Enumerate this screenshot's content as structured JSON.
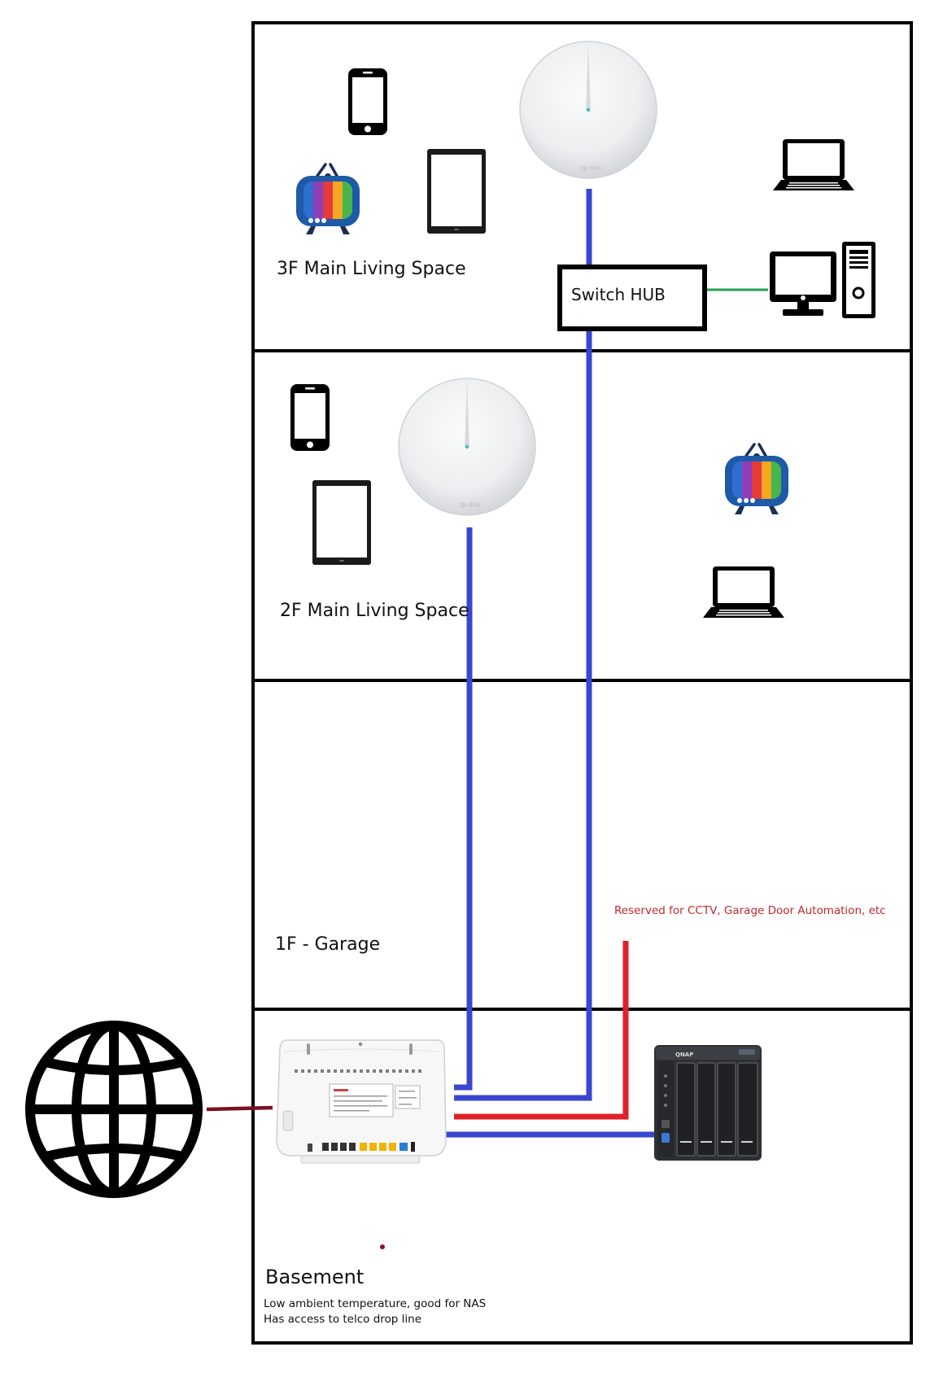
{
  "floors": {
    "f3": {
      "label": "3F Main Living Space"
    },
    "f2": {
      "label": "2F Main Living Space"
    },
    "f1": {
      "label": "1F - Garage"
    },
    "basement": {
      "label": "Basement",
      "notes": [
        "Low ambient temperature, good for NAS",
        "Has access to telco drop line"
      ]
    }
  },
  "switch": {
    "label": "Switch HUB"
  },
  "reserved_note": "Reserved for CCTV, Garage Door Automation, etc",
  "colors": {
    "ethernet": "#3a46d0",
    "reserved_line": "#dd2228",
    "wan_line": "#7a1020",
    "switch_pc_line": "#22a050",
    "wall": "#000000"
  },
  "icons": [
    "globe-icon",
    "router-icon",
    "nas-icon",
    "mesh-node-icon",
    "phone-icon",
    "tablet-icon",
    "tv-icon",
    "laptop-icon",
    "desktop-pc-icon",
    "switch-hub"
  ]
}
